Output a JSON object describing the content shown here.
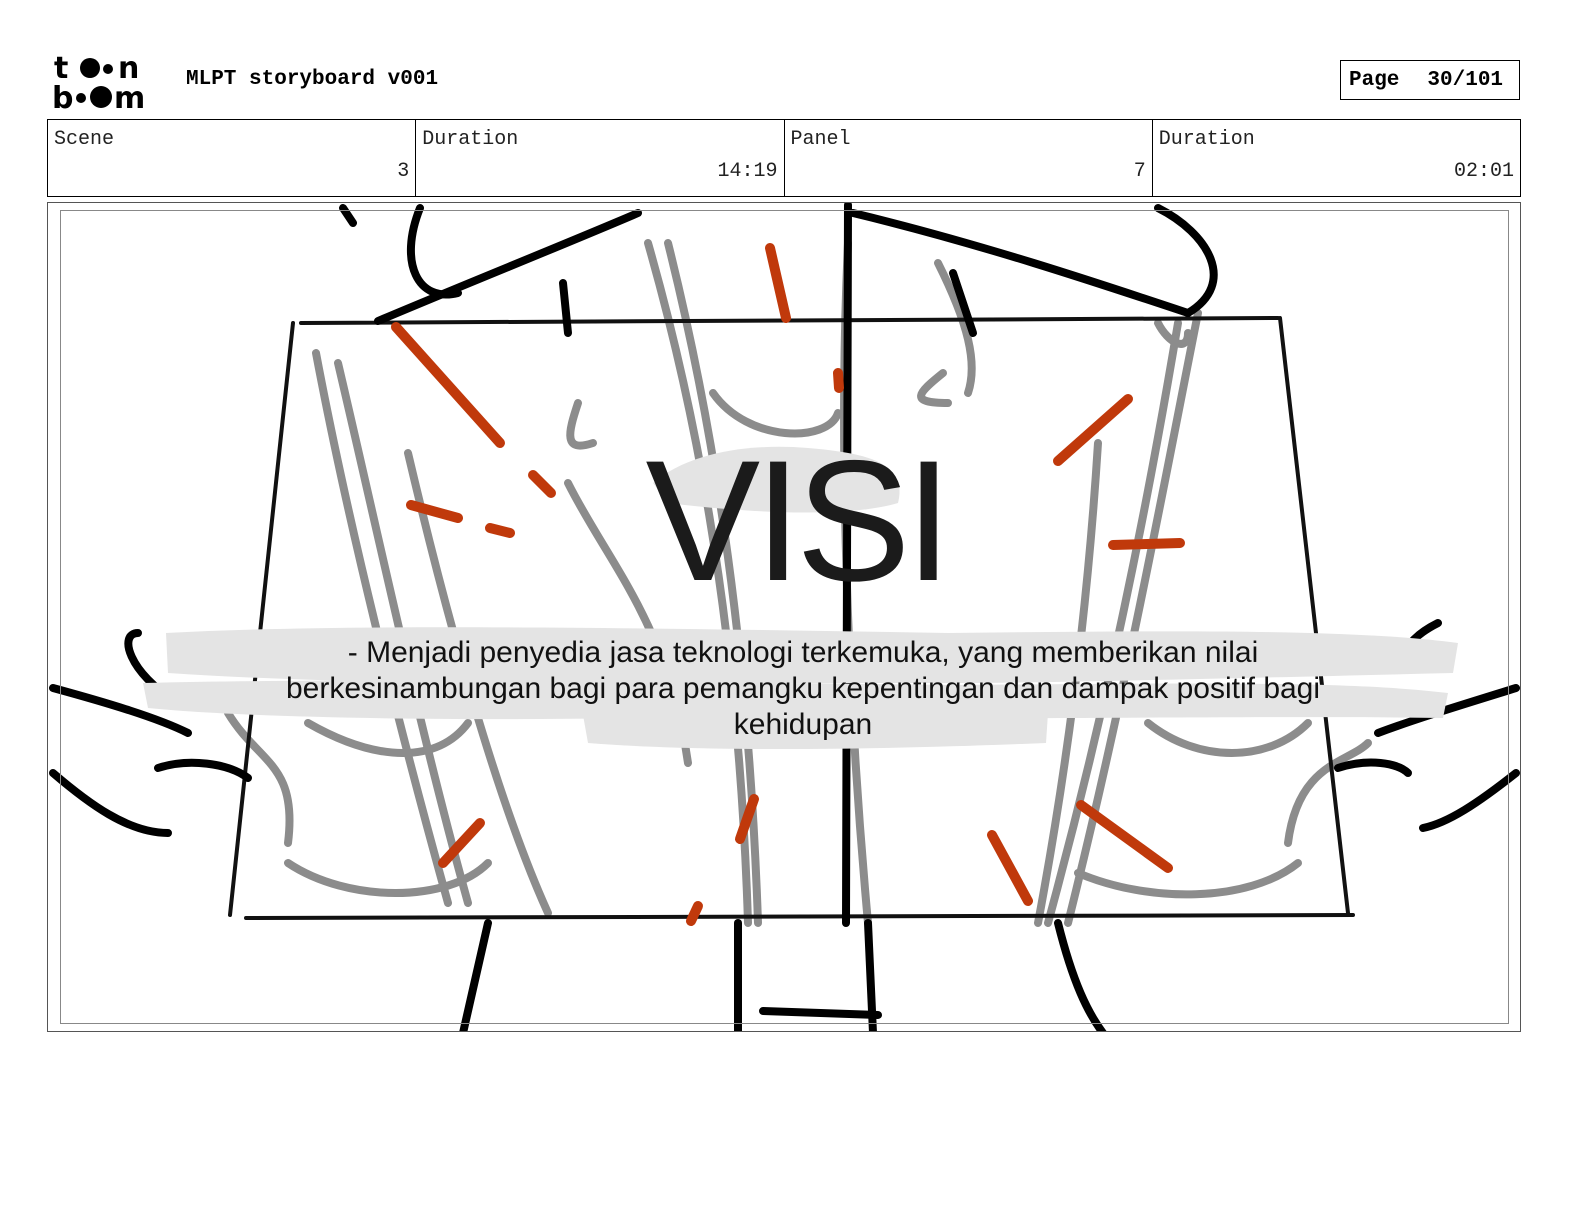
{
  "header": {
    "logo_text": "toonboom",
    "project_title": "MLPT storyboard v001",
    "page_label": "Page",
    "page_value": "30/101"
  },
  "info": [
    {
      "label": "Scene",
      "value": "3"
    },
    {
      "label": "Duration",
      "value": "14:19"
    },
    {
      "label": "Panel",
      "value": "7"
    },
    {
      "label": "Duration",
      "value": "02:01"
    }
  ],
  "panel": {
    "heading": "VISI",
    "description": "- Menjadi penyedia jasa teknologi terkemuka, yang memberikan nilai berkesinambungan bagi para pemangku kepentingan dan dampak positif bagi kehidupan",
    "colors": {
      "accent_strokes": "#c0390b",
      "sketch_dark": "#000000",
      "sketch_light": "#8a8a8a"
    }
  }
}
